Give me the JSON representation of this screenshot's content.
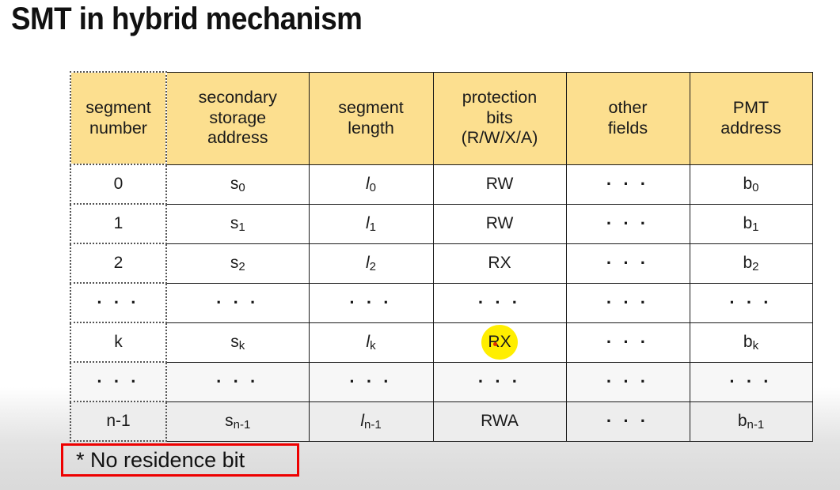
{
  "slide": {
    "title": "SMT in hybrid mechanism",
    "footnote": "* No residence bit",
    "highlight_color": "#ffee00",
    "header_color": "#fcdf8f",
    "footnote_border_color": "#ee0000"
  },
  "table": {
    "headers": [
      "segment\nnumber",
      "secondary\nstorage\naddress",
      "segment\nlength",
      "protection\nbits\n(R/W/X/A)",
      "other\nfields",
      "PMT\naddress"
    ],
    "headers_lines": {
      "c0": [
        "segment",
        "number"
      ],
      "c1": [
        "secondary",
        "storage",
        "address"
      ],
      "c2": [
        "segment",
        "length"
      ],
      "c3": [
        "protection",
        "bits",
        "(R/W/X/A)"
      ],
      "c4": [
        "other",
        "fields"
      ],
      "c5": [
        "PMT",
        "address"
      ]
    },
    "rows": [
      {
        "segment_number": "0",
        "secondary_storage_address": {
          "base": "s",
          "sub": "0"
        },
        "segment_length": {
          "base": "l",
          "sub": "0"
        },
        "protection_bits": "RW",
        "other_fields": "· · ·",
        "pmt_address": {
          "base": "b",
          "sub": "0"
        },
        "highlighted": false,
        "shade": "none"
      },
      {
        "segment_number": "1",
        "secondary_storage_address": {
          "base": "s",
          "sub": "1"
        },
        "segment_length": {
          "base": "l",
          "sub": "1"
        },
        "protection_bits": "RW",
        "other_fields": "· · ·",
        "pmt_address": {
          "base": "b",
          "sub": "1"
        },
        "highlighted": false,
        "shade": "none"
      },
      {
        "segment_number": "2",
        "secondary_storage_address": {
          "base": "s",
          "sub": "2"
        },
        "segment_length": {
          "base": "l",
          "sub": "2"
        },
        "protection_bits": "RX",
        "other_fields": "· · ·",
        "pmt_address": {
          "base": "b",
          "sub": "2"
        },
        "highlighted": false,
        "shade": "none"
      },
      {
        "segment_number": "· · ·",
        "secondary_storage_address": {
          "base": "· · ·",
          "sub": ""
        },
        "segment_length": {
          "base": "· · ·",
          "sub": ""
        },
        "protection_bits": "· · ·",
        "other_fields": "· · ·",
        "pmt_address": {
          "base": "· · ·",
          "sub": ""
        },
        "highlighted": false,
        "shade": "none"
      },
      {
        "segment_number": "k",
        "secondary_storage_address": {
          "base": "s",
          "sub": "k"
        },
        "segment_length": {
          "base": "l",
          "sub": "k"
        },
        "protection_bits": "RX",
        "other_fields": "· · ·",
        "pmt_address": {
          "base": "b",
          "sub": "k"
        },
        "highlighted": true,
        "shade": "none"
      },
      {
        "segment_number": "· · ·",
        "secondary_storage_address": {
          "base": "· · ·",
          "sub": ""
        },
        "segment_length": {
          "base": "· · ·",
          "sub": ""
        },
        "protection_bits": "· · ·",
        "other_fields": "· · ·",
        "pmt_address": {
          "base": "· · ·",
          "sub": ""
        },
        "highlighted": false,
        "shade": "light"
      },
      {
        "segment_number": "n-1",
        "secondary_storage_address": {
          "base": "s",
          "sub": "n-1"
        },
        "segment_length": {
          "base": "l",
          "sub": "n-1"
        },
        "protection_bits": "RWA",
        "other_fields": "· · ·",
        "pmt_address": {
          "base": "b",
          "sub": "n-1"
        },
        "highlighted": false,
        "shade": "gray"
      }
    ]
  }
}
